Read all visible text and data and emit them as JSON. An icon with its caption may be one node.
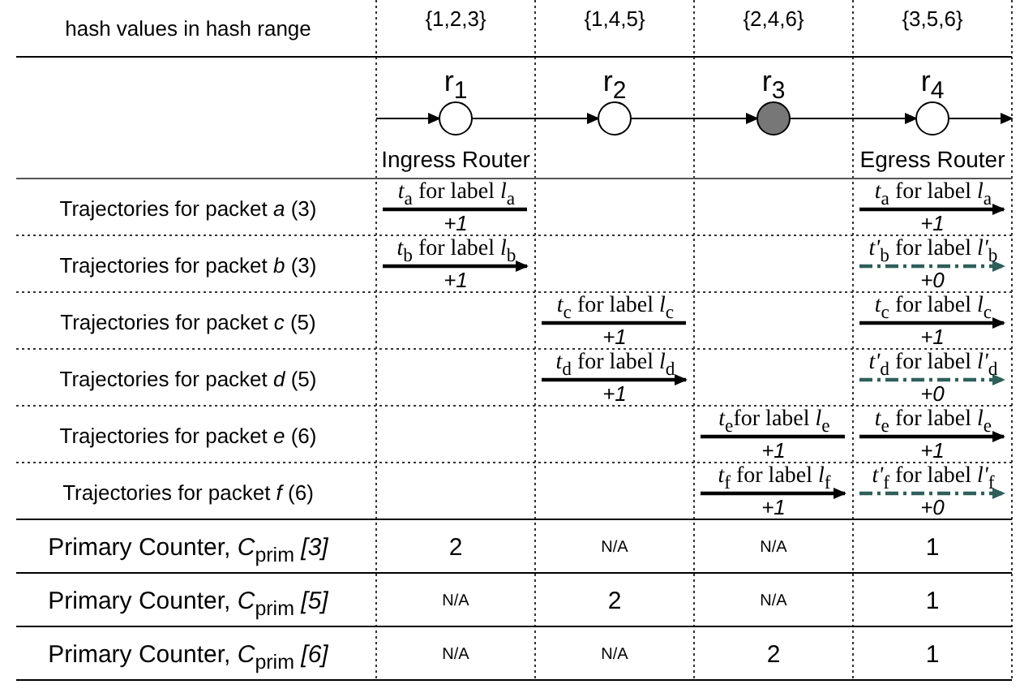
{
  "diagram": {
    "nodes": [
      {
        "text": [
          "r$_{1}$"
        ],
        "beside": [
          "Ingress Router"
        ]
      },
      {
        "text": [
          "r$_{2}$"
        ]
      },
      {
        "text": [
          "r$_{3}$"
        ]
      },
      {
        "text": [
          "r$_{4}$"
        ],
        "beside": [
          "Egress Router"
        ]
      }
    ],
    "edges": [
      {
        "from": null,
        "to": 0,
        "arrow": "to"
      },
      {
        "from": 0,
        "to": 1,
        "arrow": "to"
      },
      {
        "from": 1,
        "to": 2,
        "arrow": "to"
      },
      {
        "from": 2,
        "to": 3,
        "arrow": "to"
      },
      {
        "from": 3,
        "to": null,
        "arrow": "to"
      }
    ],
    "labels": [
      "hash values in hash range",
      "{1,2,3}",
      "{1,4,5}",
      "{2,4,6}",
      "{3,5,6}",
      "Trajectories for packet *a* (3)",
      "*t*$_{a}$ for label *l*$_{a}$",
      "+1",
      "*t*$_{a}$ for label *l*$_{a}$",
      "+1",
      "Trajectories for packet *b* (3)",
      "*t*$_{b}$ for label *l*$_{b}$",
      "+1",
      "*t'*$_{b}$ for label *l'*$_{b}$",
      "+0",
      "Trajectories for packet *c* (5)",
      "*t*$_{c}$ for label *l*$_{c}$",
      "+1",
      "*t*$_{c}$ for label *l*$_{c}$",
      "+1",
      "Trajectories for packet *d* (5)",
      "*t*$_{d}$ for label *l*$_{d}$",
      "+1",
      "*t'*$_{d}$ for label *l'*$_{d}$",
      "+0",
      "Trajectories for packet *e* (6)",
      "*t*$_{e}$for label *l*$_{e}$",
      "+1",
      "*t*$_{e}$ for label *l*$_{e}$",
      "+1",
      "Trajectories for packet *f* (6)",
      "*t*$_{f}$ for label *l*$_{f}$",
      "+1",
      "*t'*$_{f}$ for label *l'*$_{f}$",
      "+0",
      "Primary Counter, *C*$_{prim}$ *[3]*",
      "2",
      "N/A",
      "N/A",
      "1",
      "Primary Counter, *C*$_{prim}$ *[5]*",
      "N/A",
      "2",
      "N/A",
      "1",
      "Primary Counter, *C*$_{prim}$ *[6]*",
      "N/A",
      "N/A",
      "2",
      "1"
    ]
  }
}
